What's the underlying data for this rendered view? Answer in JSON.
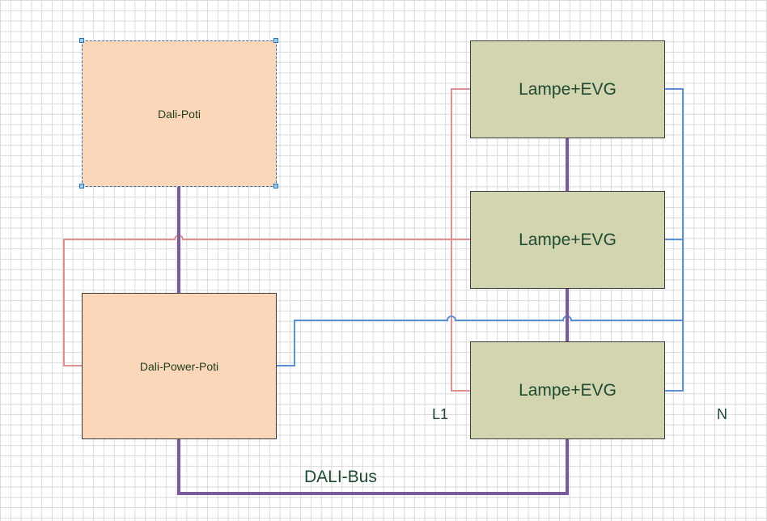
{
  "nodes": {
    "dali_poti": "Dali-Poti",
    "dali_power_poti": "Dali-Power-Poti",
    "lamp_1": "Lampe+EVG",
    "lamp_2": "Lampe+EVG",
    "lamp_3": "Lampe+EVG"
  },
  "labels": {
    "l1": "L1",
    "n": "N",
    "bus": "DALI-Bus"
  },
  "colors": {
    "poti_fill": "#fad7b8",
    "lamp_fill": "#d3d5b0",
    "dali_bus": "#7b5a9b",
    "phase_l1": "#e0918f",
    "neutral_n": "#5b8fd6",
    "selection": "#2d6fb5"
  }
}
